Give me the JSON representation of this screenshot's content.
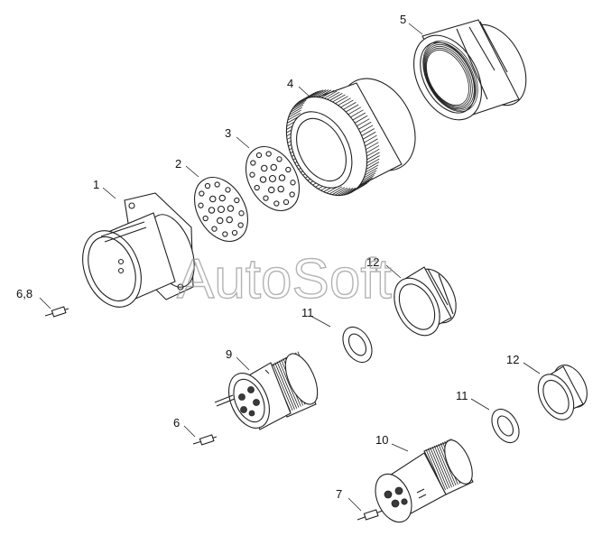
{
  "watermark": "AutoSoft",
  "labels": {
    "p1": "1",
    "p2": "2",
    "p3": "3",
    "p4": "4",
    "p5": "5",
    "p68": "6,8",
    "p9": "9",
    "p11a": "11",
    "p12a": "12",
    "p6": "6",
    "p10": "10",
    "p11b": "11",
    "p12b": "12",
    "p7": "7"
  }
}
